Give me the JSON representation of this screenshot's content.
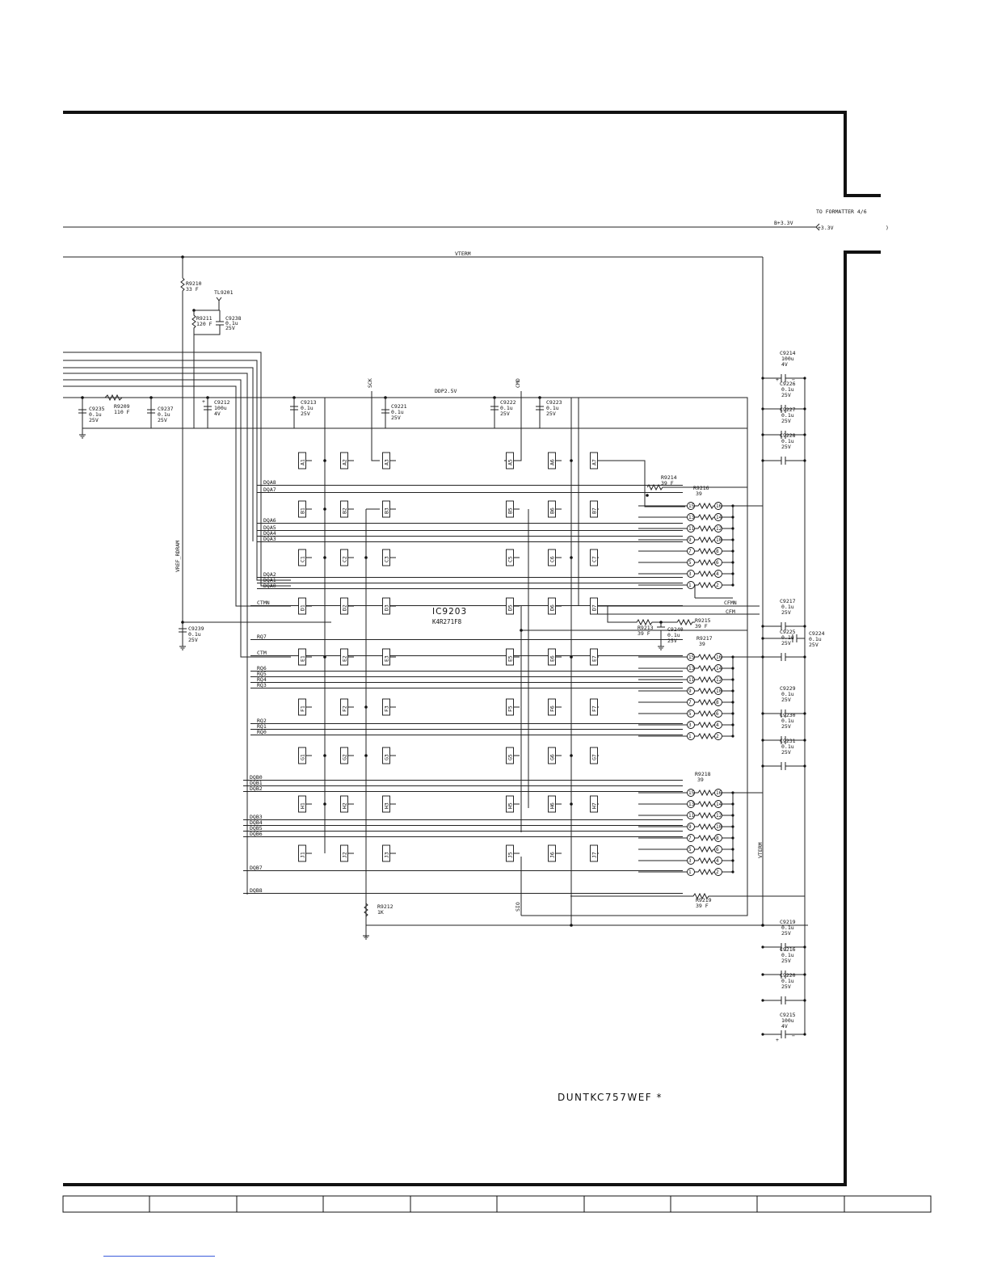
{
  "ic": {
    "ref": "IC9203",
    "part": "K4R271F8"
  },
  "connector": {
    "title": "TO FORMATTER 4/6",
    "net_in": "B+3.3V",
    "pin": "+3.3V"
  },
  "rails": {
    "vterm": "VTERM",
    "vterm_v": "VTERM",
    "ddp": "DDP2.5V",
    "vref": "VREF_RDRAM",
    "sck": "SCK",
    "cmd": "CMD",
    "sio": "SIO"
  },
  "balls": [
    [
      "A1",
      "A2",
      "A3",
      "A5",
      "A6",
      "A7"
    ],
    [
      "B1",
      "B2",
      "B3",
      "B5",
      "B6",
      "B7"
    ],
    [
      "C1",
      "C2",
      "C3",
      "C5",
      "C6",
      "C7"
    ],
    [
      "D1",
      "D2",
      "D3",
      "D5",
      "D6",
      "D7"
    ],
    [
      "E1",
      "E2",
      "E3",
      "E5",
      "E6",
      "E7"
    ],
    [
      "F1",
      "F2",
      "F3",
      "F5",
      "F6",
      "F7"
    ],
    [
      "G1",
      "G2",
      "G3",
      "G5",
      "G6",
      "G7"
    ],
    [
      "H1",
      "H2",
      "H3",
      "H5",
      "H6",
      "H7"
    ],
    [
      "J1",
      "J2",
      "J3",
      "J5",
      "J6",
      "J7"
    ]
  ],
  "nets_left": [
    "DQA8",
    "DQA7",
    "DQA6",
    "DQA5",
    "DQA4",
    "DQA3",
    "DQA2",
    "DQA1",
    "DQA0",
    "CTMN",
    "CTM",
    "RQ7",
    "RQ6",
    "RQ5",
    "RQ4",
    "RQ3",
    "RQ2",
    "RQ1",
    "RQ0",
    "DQB0",
    "DQB1",
    "DQB2",
    "DQB3",
    "DQB4",
    "DQB5",
    "DQB6",
    "DQB7",
    "DQB8"
  ],
  "nets_right": {
    "cfmn": "CFMN",
    "cfm": "CFM"
  },
  "components": {
    "R9210": [
      "R9210",
      "33 F"
    ],
    "TL9201": [
      "TL9201"
    ],
    "R9211": [
      "R9211",
      "120 F"
    ],
    "C9238": [
      "C9238",
      "0.1u",
      "25V"
    ],
    "C9235": [
      "C9235",
      "0.1u",
      "25V"
    ],
    "R9209": [
      "R9209",
      "110 F"
    ],
    "C9237": [
      "C9237",
      "0.1u",
      "25V"
    ],
    "C9212": [
      "C9212",
      "100u",
      "4V"
    ],
    "C9213": [
      "C9213",
      "0.1u",
      "25V"
    ],
    "C9221": [
      "C9221",
      "0.1u",
      "25V"
    ],
    "C9222": [
      "C9222",
      "0.1u",
      "25V"
    ],
    "C9223": [
      "C9223",
      "0.1u",
      "25V"
    ],
    "C9239": [
      "C9239",
      "0.1u",
      "25V"
    ],
    "R9214": [
      "R9214",
      "39 F"
    ],
    "R9216": [
      "R9216",
      "39"
    ],
    "R9217": [
      "R9217",
      "39"
    ],
    "R9218": [
      "R9218",
      "39"
    ],
    "R9213": [
      "R9213",
      "39 F"
    ],
    "C9240": [
      "C9240",
      "0.1u",
      "25V"
    ],
    "R9215": [
      "R9215",
      "39 F"
    ],
    "R9212": [
      "R9212",
      "1K"
    ],
    "R9219": [
      "R9219",
      "39 F"
    ],
    "C9214": [
      "C9214",
      "100u",
      "4V"
    ],
    "C9226": [
      "C9226",
      "0.1u",
      "25V"
    ],
    "C9227": [
      "C9227",
      "0.1u",
      "25V"
    ],
    "C9228": [
      "C9228",
      "0.1u",
      "25V"
    ],
    "C9217": [
      "C9217",
      "0.1u",
      "25V"
    ],
    "C9224": [
      "C9224",
      "0.1u",
      "25V"
    ],
    "C9225": [
      "C9225",
      "0.1u",
      "25V"
    ],
    "C9229": [
      "C9229",
      "0.1u",
      "25V"
    ],
    "C9230": [
      "C9230",
      "0.1u",
      "25V"
    ],
    "C9231": [
      "C9231",
      "0.1u",
      "25V"
    ],
    "C9219": [
      "C9219",
      "0.1u",
      "25V"
    ],
    "C9216": [
      "C9216",
      "0.1u",
      "25V"
    ],
    "C9220": [
      "C9220",
      "0.1u",
      "25V"
    ],
    "C9215": [
      "C9215",
      "100u",
      "4V"
    ]
  },
  "pins": [
    [
      "15",
      "16"
    ],
    [
      "13",
      "14"
    ],
    [
      "11",
      "12"
    ],
    [
      "9",
      "10"
    ],
    [
      "7",
      "8"
    ],
    [
      "5",
      "6"
    ],
    [
      "3",
      "4"
    ],
    [
      "1",
      "2"
    ]
  ],
  "model_code": "DUNTKC757WEF *"
}
